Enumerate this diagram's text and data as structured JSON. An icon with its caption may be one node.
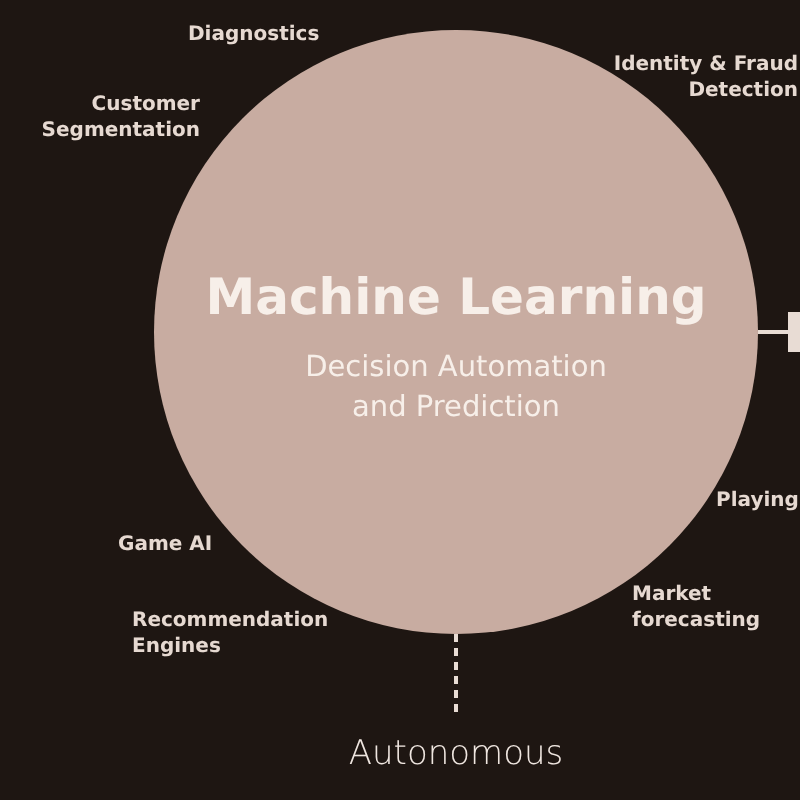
{
  "diagram": {
    "nodes": [
      {
        "text": [
          "Machine Learning",
          "Decision Automation and Prediction"
        ]
      },
      {
        "text": [
          "Autonomous"
        ]
      },
      {
        "text": [],
        "shape": "box"
      }
    ],
    "edges": [
      {
        "from": 0,
        "to": 1,
        "arrow": "none",
        "style": "dashed"
      },
      {
        "from": 0,
        "to": 2,
        "arrow": "none"
      }
    ],
    "labels": [
      "Diagnostics",
      "Customer Segmentation",
      "Identity & Fraud Detection",
      "Playing",
      "Game AI",
      "Market forecasting",
      "Recommendation Engines"
    ]
  }
}
